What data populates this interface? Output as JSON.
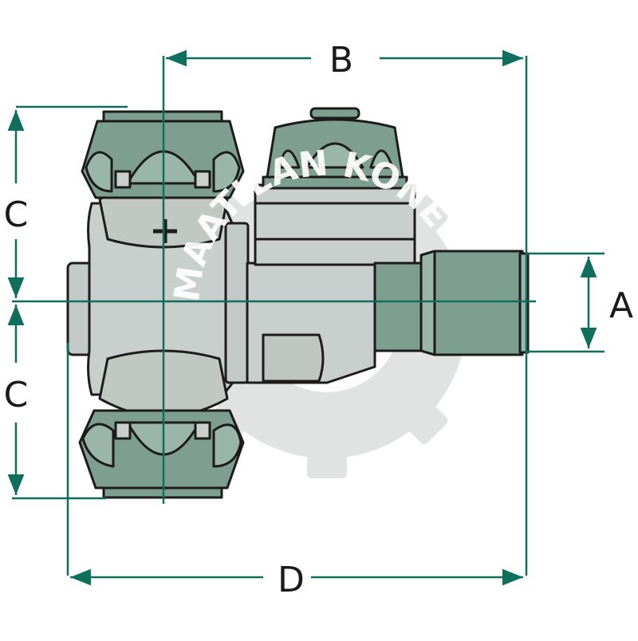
{
  "dimensions": {
    "a_label": "A",
    "b_label": "B",
    "c_upper_label": "C",
    "c_lower_label": "C",
    "d_label": "D"
  },
  "watermark": {
    "text": "MAATILAN KONE"
  },
  "colors": {
    "dimension_line": "#0f6e5c",
    "body_light": "#c9cfcc",
    "nut_dark": "#7d9e90",
    "outline": "#1c1c1c",
    "watermark_gear": "#d9dbda"
  }
}
